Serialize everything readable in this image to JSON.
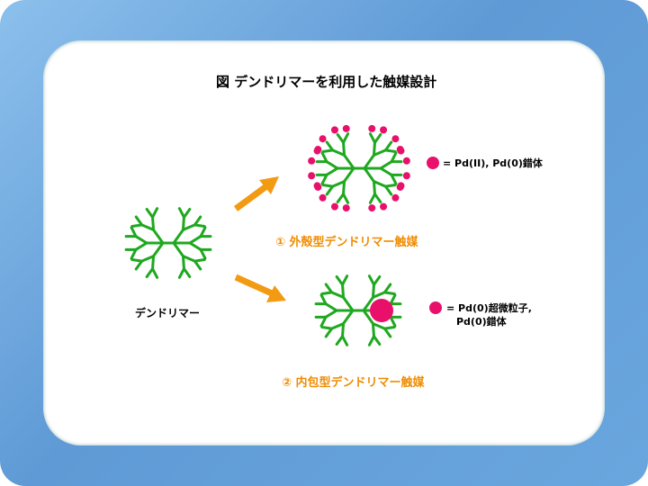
{
  "title": "図 デンドリマーを利用した触媒設計",
  "dendrimer_label": "デンドリマー",
  "catalyst1": {
    "caption": "① 外殻型デンドリマー触媒",
    "legend": "= Pd(II), Pd(0)錯体"
  },
  "catalyst2": {
    "caption": "② 内包型デンドリマー触媒",
    "legend_line1": "= Pd(0)超微粒子,",
    "legend_line2": "Pd(0)錯体"
  },
  "colors": {
    "branch": "#1fa81f",
    "metal": "#e8106a",
    "arrow": "#f29a12",
    "frame": "#6aa6de"
  }
}
